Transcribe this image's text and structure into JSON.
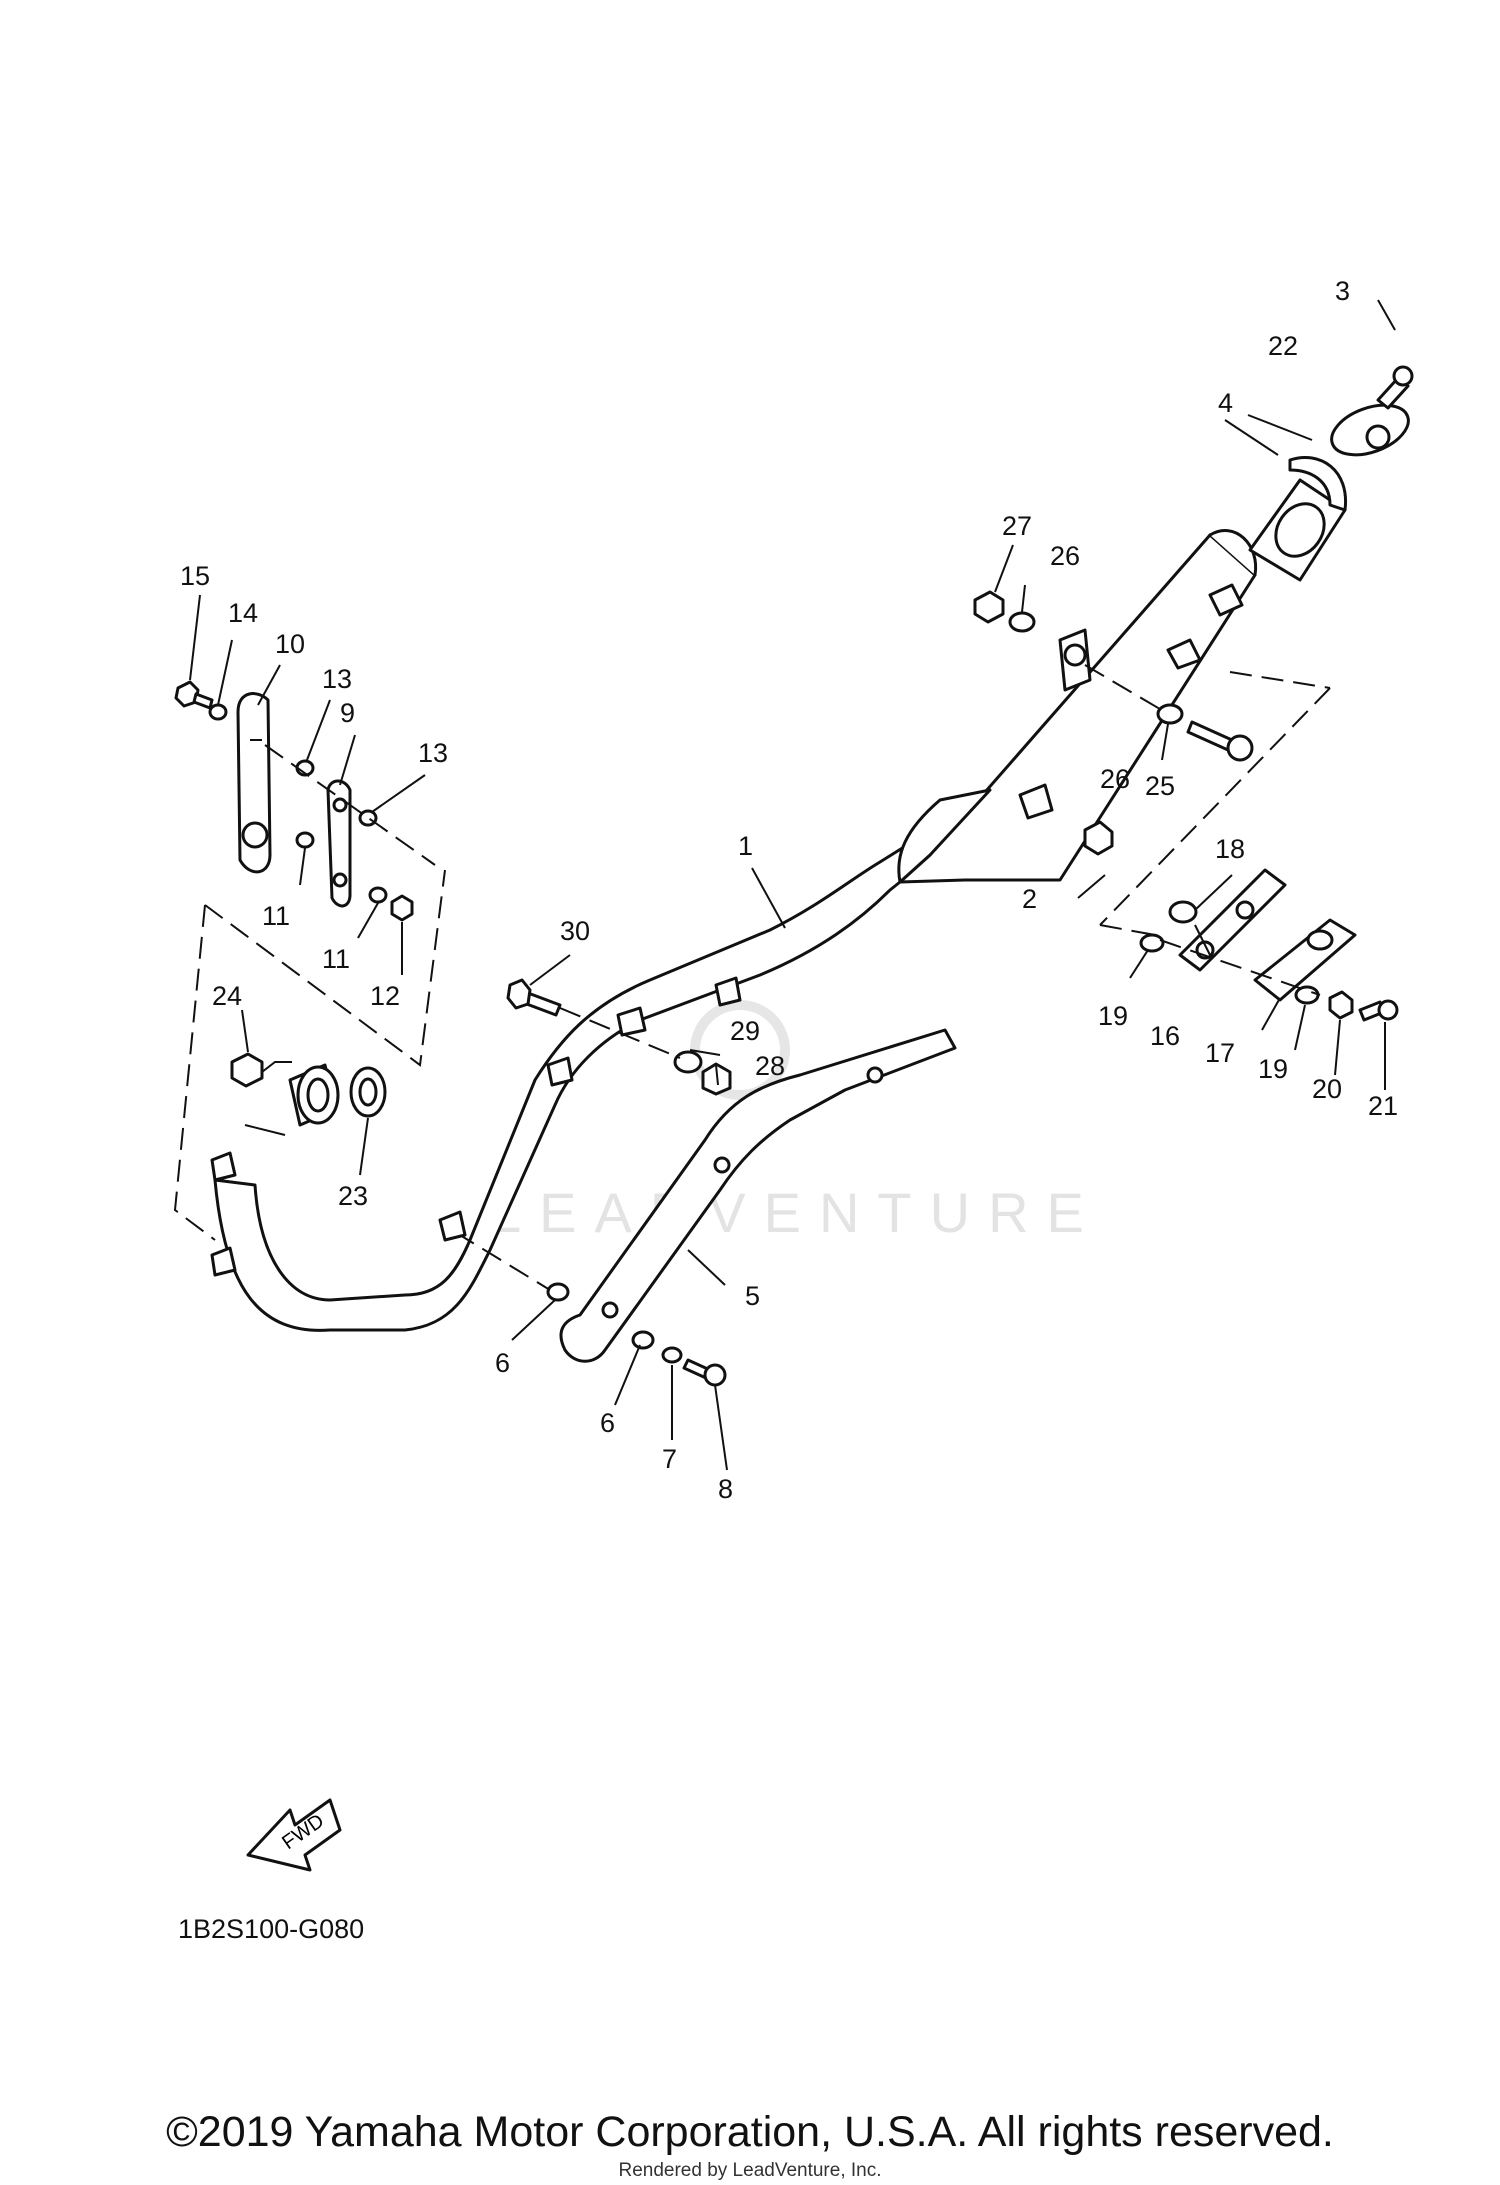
{
  "diagram": {
    "callouts": [
      "1",
      "2",
      "3",
      "4",
      "5",
      "6",
      "6",
      "7",
      "8",
      "9",
      "10",
      "11",
      "11",
      "12",
      "13",
      "13",
      "14",
      "15",
      "16",
      "17",
      "18",
      "19",
      "19",
      "20",
      "21",
      "22",
      "23",
      "24",
      "25",
      "26",
      "26",
      "27",
      "28",
      "29",
      "30"
    ],
    "fwd_label": "FWD",
    "diagram_code": "1B2S100-G080",
    "watermark": "LEADVENTURE"
  },
  "footer": {
    "copyright": "©2019 Yamaha Motor Corporation, U.S.A. All rights reserved.",
    "rendered_by": "Rendered by LeadVenture, Inc."
  }
}
